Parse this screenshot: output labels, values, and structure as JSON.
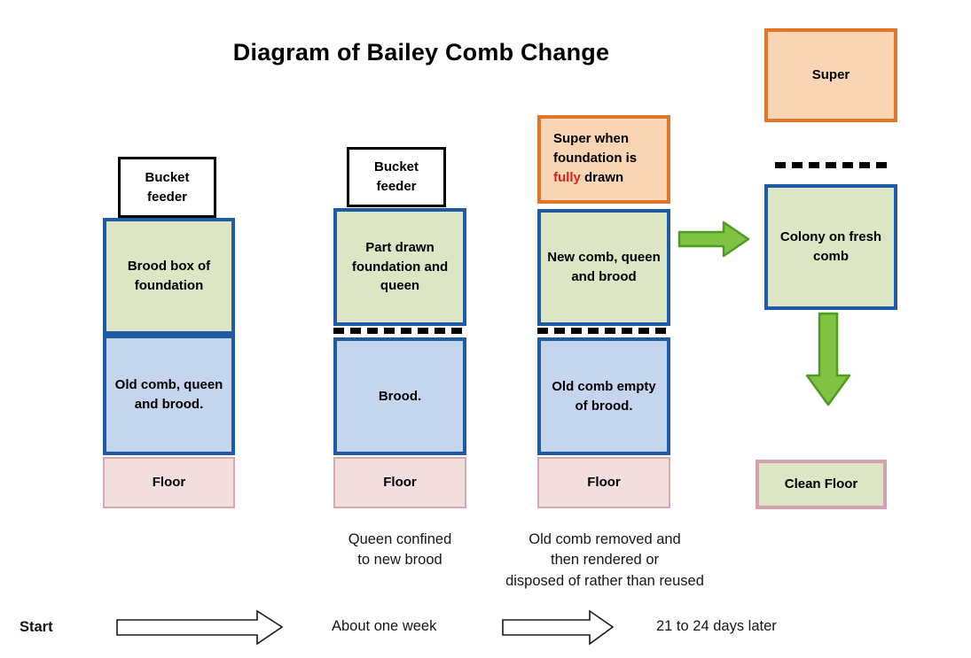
{
  "title": "Diagram of Bailey Comb Change",
  "columns": [
    {
      "id": "stage-1",
      "feeder": "Bucket\nfeeder",
      "feeder_label": "Bucket feeder",
      "upper_box": "Brood box of foundation",
      "lower_box": "Old comb, queen and brood.",
      "floor": "Floor",
      "caption": "",
      "has_excluder": false
    },
    {
      "id": "stage-2",
      "feeder_label": "Bucket feeder",
      "upper_box": "Part drawn foundation and queen",
      "lower_box": "Brood.",
      "floor": "Floor",
      "caption": "Queen confined\nto new brood",
      "has_excluder": true
    },
    {
      "id": "stage-3",
      "super_line_1": "Super when",
      "super_line_2": "foundation is",
      "super_line_3_red": "fully",
      "super_line_3_rest": " drawn",
      "upper_box": "New comb, queen and brood",
      "lower_box": "Old comb empty of brood.",
      "floor": "Floor",
      "caption": "Old comb removed and\nthen rendered or\ndisposed of rather than reused",
      "has_excluder": true
    },
    {
      "id": "stage-4",
      "super": "Super",
      "colony_box": "Colony on fresh comb",
      "clean_floor": "Clean Floor",
      "has_excluder": true
    }
  ],
  "timeline": {
    "start_label": "Start",
    "week_label": "About one week",
    "days_label": "21 to 24 days later"
  },
  "colors": {
    "green_fill": "#DCE5C4",
    "blue_fill": "#C5D5EE",
    "blue_border": "#1F5BA5",
    "floor_fill": "#F3DEDE",
    "floor_border": "#D9A8AE",
    "orange_fill": "#FAD5B4",
    "orange_border": "#E0762A",
    "arrow_green_fill": "#80C342",
    "arrow_green_border": "#4E9A22",
    "red_text": "#E02020",
    "clean_floor_border": "#D4A2AC"
  }
}
